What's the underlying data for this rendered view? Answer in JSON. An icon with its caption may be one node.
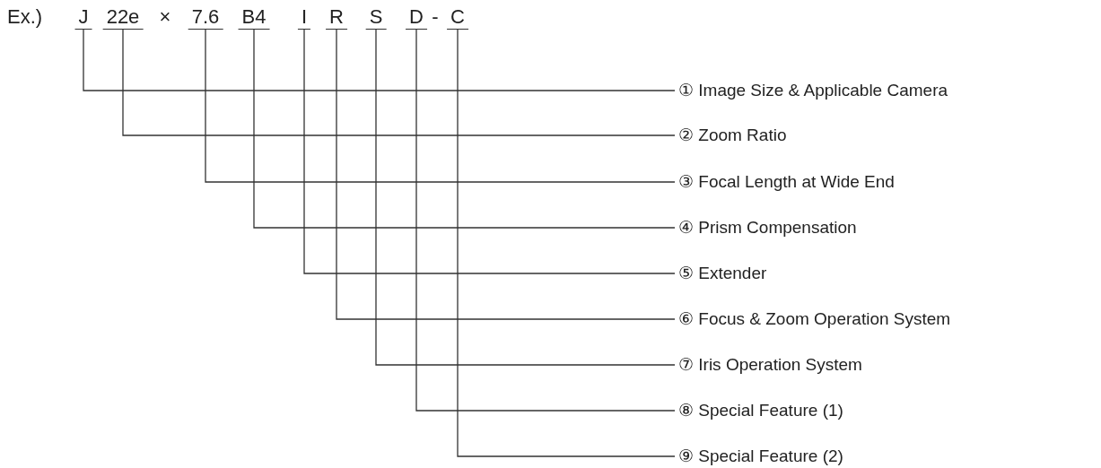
{
  "diagram": {
    "nodes": [
      {
        "text": [
          "J"
        ]
      },
      {
        "text": [
          "22e"
        ]
      },
      {
        "text": [
          "7.6"
        ]
      },
      {
        "text": [
          "B4"
        ]
      },
      {
        "text": [
          "I"
        ]
      },
      {
        "text": [
          "R"
        ]
      },
      {
        "text": [
          "S"
        ]
      },
      {
        "text": [
          "D"
        ]
      },
      {
        "text": [
          "C"
        ]
      },
      {
        "text": [
          "① Image Size & Applicable Camera"
        ]
      },
      {
        "text": [
          "② Zoom Ratio"
        ]
      },
      {
        "text": [
          "③ Focal Length at Wide End"
        ]
      },
      {
        "text": [
          "④ Prism Compensation"
        ]
      },
      {
        "text": [
          "⑤ Extender"
        ]
      },
      {
        "text": [
          "⑥ Focus & Zoom Operation System"
        ]
      },
      {
        "text": [
          "⑦ Iris Operation System"
        ]
      },
      {
        "text": [
          "⑧ Special Feature (1)"
        ]
      },
      {
        "text": [
          "⑨ Special Feature (2)"
        ]
      }
    ],
    "edges": [
      {
        "from": 0,
        "to": 9,
        "arrow": "none"
      },
      {
        "from": 1,
        "to": 10,
        "arrow": "none"
      },
      {
        "from": 2,
        "to": 11,
        "arrow": "none"
      },
      {
        "from": 3,
        "to": 12,
        "arrow": "none"
      },
      {
        "from": 4,
        "to": 13,
        "arrow": "none"
      },
      {
        "from": 5,
        "to": 14,
        "arrow": "none"
      },
      {
        "from": 6,
        "to": 15,
        "arrow": "none"
      },
      {
        "from": 7,
        "to": 16,
        "arrow": "none"
      },
      {
        "from": 8,
        "to": 17,
        "arrow": "none"
      }
    ],
    "labels": [
      "Ex.)",
      "×",
      "-"
    ]
  }
}
